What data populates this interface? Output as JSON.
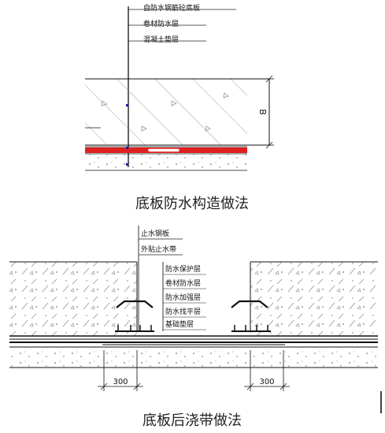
{
  "diagram1": {
    "callouts": [
      "自防水钢筋砼底板",
      "卷材防水层",
      "混凝土垫层"
    ],
    "dimension_label": "B",
    "caption": "底板防水构造做法"
  },
  "diagram2": {
    "callouts_top": [
      "止水钢板",
      "外贴止水带"
    ],
    "callouts_mid": [
      "防水保护层",
      "卷材防水层",
      "防水加强层",
      "防水找平层",
      "基础垫层"
    ],
    "dim_left": "300",
    "dim_right": "300",
    "caption": "底板后浇带做法"
  },
  "colors": {
    "line": "#000000",
    "waterproof_layer": "#e02020",
    "hatch": "#9a9a9a",
    "marker": "#1a1aa8"
  }
}
